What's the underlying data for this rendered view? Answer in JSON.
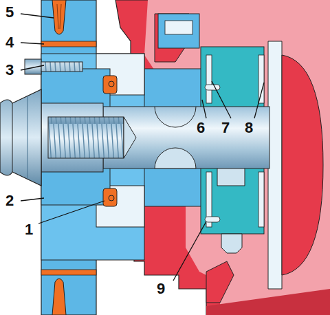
{
  "diagram": {
    "labels": [
      "5",
      "4",
      "3",
      "2",
      "1",
      "6",
      "7",
      "8",
      "9"
    ]
  }
}
